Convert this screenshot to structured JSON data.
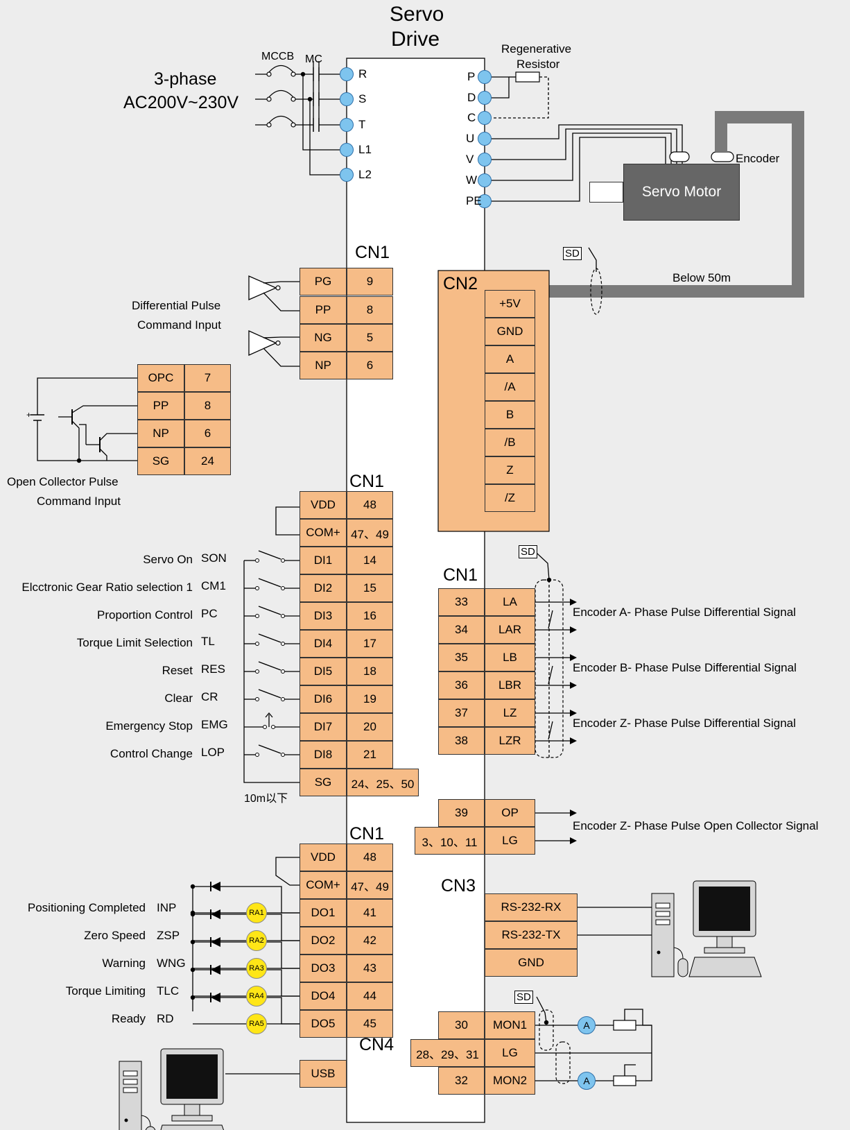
{
  "title_line1": "Servo",
  "title_line2": "Drive",
  "power": {
    "phase_label": "3-phase",
    "voltage_label": "AC200V~230V",
    "mccb": "MCCB",
    "mc": "MC",
    "inputs": [
      "R",
      "S",
      "T",
      "L1",
      "L2"
    ]
  },
  "regen": {
    "label1": "Regenerative",
    "label2": "Resistor",
    "terminals": [
      "P",
      "D",
      "C"
    ]
  },
  "motor_terminals": [
    "U",
    "V",
    "W",
    "PE"
  ],
  "motor_label": "Servo Motor",
  "encoder_label": "Encoder",
  "cable_label": "Below 50m",
  "sd": "SD",
  "cn1": "CN1",
  "cn2": "CN2",
  "cn3": "CN3",
  "cn4": "CN4",
  "diff_pulse": {
    "label1": "Differential Pulse",
    "label2": "Command Input",
    "pins": [
      [
        "PG",
        "9"
      ],
      [
        "PP",
        "8"
      ],
      [
        "NG",
        "5"
      ],
      [
        "NP",
        "6"
      ]
    ]
  },
  "open_collector": {
    "label1": "Open Collector Pulse",
    "label2": "Command Input",
    "plus": "+",
    "pins": [
      [
        "OPC",
        "7"
      ],
      [
        "PP",
        "8"
      ],
      [
        "NP",
        "6"
      ],
      [
        "SG",
        "24"
      ]
    ]
  },
  "cn2_pins": [
    "+5V",
    "GND",
    "A",
    "/A",
    "B",
    "/B",
    "Z",
    "/Z"
  ],
  "di": {
    "vdd": [
      "VDD",
      "48"
    ],
    "com": [
      "COM+",
      "47、49"
    ],
    "rows": [
      {
        "desc": "Servo On",
        "code": "SON",
        "pin": "DI1",
        "num": "14"
      },
      {
        "desc": "Elcctronic Gear Ratio selection 1",
        "code": "CM1",
        "pin": "DI2",
        "num": "15"
      },
      {
        "desc": "Proportion Control",
        "code": "PC",
        "pin": "DI3",
        "num": "16"
      },
      {
        "desc": "Torque Limit Selection",
        "code": "TL",
        "pin": "DI4",
        "num": "17"
      },
      {
        "desc": "Reset",
        "code": "RES",
        "pin": "DI5",
        "num": "18"
      },
      {
        "desc": "Clear",
        "code": "CR",
        "pin": "DI6",
        "num": "19"
      },
      {
        "desc": "Emergency Stop",
        "code": "EMG",
        "pin": "DI7",
        "num": "20"
      },
      {
        "desc": "Control Change",
        "code": "LOP",
        "pin": "DI8",
        "num": "21"
      }
    ],
    "sg": [
      "SG",
      "24、25、50"
    ],
    "length": "10m以下"
  },
  "enc_out": {
    "rows": [
      [
        "33",
        "LA"
      ],
      [
        "34",
        "LAR"
      ],
      [
        "35",
        "LB"
      ],
      [
        "36",
        "LBR"
      ],
      [
        "37",
        "LZ"
      ],
      [
        "38",
        "LZR"
      ]
    ],
    "signals": [
      "Encoder A- Phase Pulse Differential Signal",
      "Encoder B- Phase Pulse Differential Signal",
      "Encoder Z- Phase Pulse Differential Signal"
    ]
  },
  "op_out": {
    "rows": [
      [
        "39",
        "OP"
      ],
      [
        "3、10、11",
        "LG"
      ]
    ],
    "signal": "Encoder Z- Phase Pulse Open Collector Signal"
  },
  "do": {
    "vdd": [
      "VDD",
      "48"
    ],
    "com": [
      "COM+",
      "47、49"
    ],
    "rows": [
      {
        "desc": "Positioning Completed",
        "code": "INP",
        "ra": "RA1",
        "pin": "DO1",
        "num": "41"
      },
      {
        "desc": "Zero Speed",
        "code": "ZSP",
        "ra": "RA2",
        "pin": "DO2",
        "num": "42"
      },
      {
        "desc": "Warning",
        "code": "WNG",
        "ra": "RA3",
        "pin": "DO3",
        "num": "43"
      },
      {
        "desc": "Torque Limiting",
        "code": "TLC",
        "ra": "RA4",
        "pin": "DO4",
        "num": "44"
      },
      {
        "desc": "Ready",
        "code": "RD",
        "ra": "RA5",
        "pin": "DO5",
        "num": "45"
      }
    ]
  },
  "cn3_pins": [
    "RS-232-RX",
    "RS-232-TX",
    "GND"
  ],
  "mon": {
    "rows": [
      [
        "30",
        "MON1"
      ],
      [
        "28、29、31",
        "LG"
      ],
      [
        "32",
        "MON2"
      ]
    ],
    "ammeter": "A"
  },
  "usb": "USB",
  "colors": {
    "pin_fill": "#f6bc87",
    "terminal": "#7ec4ee",
    "relay": "#ffe617",
    "motor": "#666666",
    "background": "#ededed"
  }
}
